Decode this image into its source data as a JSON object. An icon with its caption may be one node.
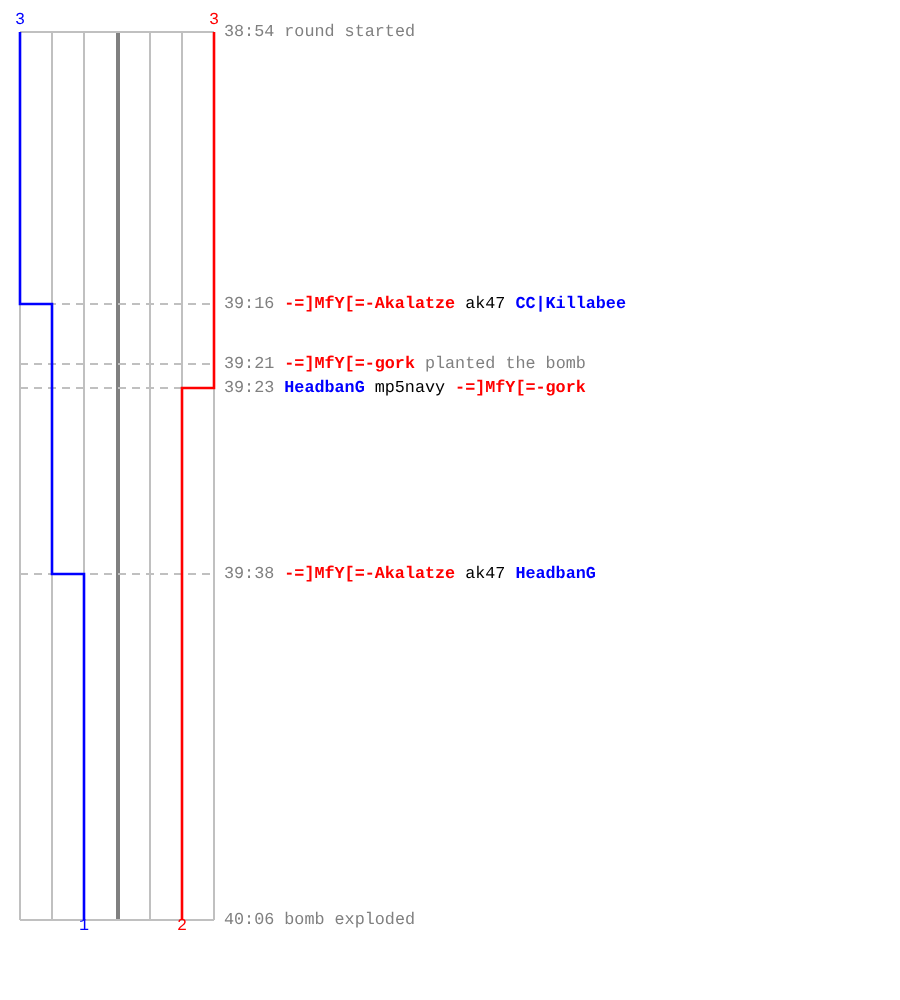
{
  "diagram": {
    "labels": [
      "3",
      "3",
      "38:54 round started",
      "39:16",
      "-=]MfY[=-Akalatze",
      "ak47",
      "CC|Killabee",
      "39:21",
      "-=]MfY[=-gork",
      "planted the bomb",
      "39:23",
      "HeadbanG",
      "mp5navy",
      "-=]MfY[=-gork",
      "39:38",
      "-=]MfY[=-Akalatze",
      "ak47",
      "HeadbanG",
      "40:06 bomb exploded",
      "1",
      "2"
    ]
  }
}
